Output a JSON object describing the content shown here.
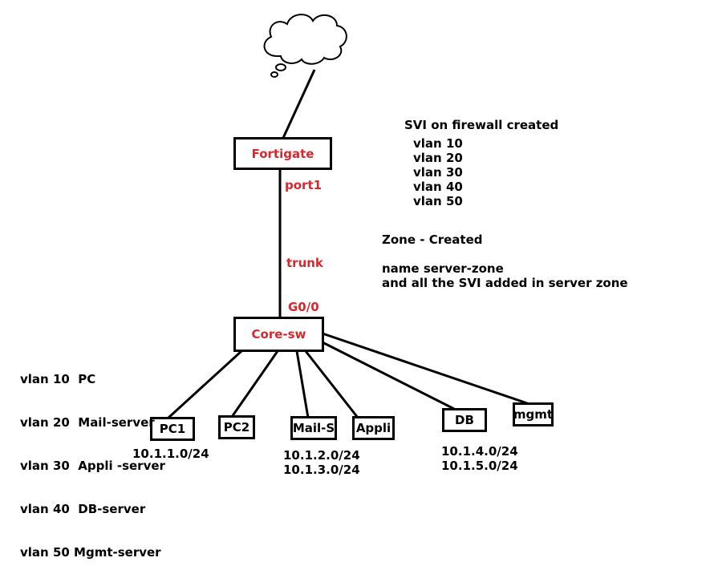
{
  "nodes": {
    "fortigate": "Fortigate",
    "core_sw": "Core-sw",
    "pc1": "PC1",
    "pc2": "PC2",
    "mail_s": "Mail-S",
    "appli": "Appli",
    "db": "DB",
    "mgmt": "mgmt"
  },
  "links": {
    "port1": "port1",
    "trunk": "trunk",
    "g0_0": "G0/0"
  },
  "svi": {
    "title": "SVI on firewall created",
    "vlans": [
      "vlan 10",
      "vlan 20",
      "vlan 30",
      "vlan 40",
      "vlan 50"
    ]
  },
  "zone": {
    "title": "Zone - Created",
    "line1": "name server-zone",
    "line2": "and all the SVI added in server zone"
  },
  "vlan_map": [
    "vlan 10  PC",
    "vlan 20  Mail-server",
    "vlan 30  Appli -server",
    "vlan 40  DB-server",
    "vlan 50 Mgmt-server"
  ],
  "subnets": {
    "pc1": "10.1.1.0/24",
    "mail_appli": [
      "10.1.2.0/24",
      "10.1.3.0/24"
    ],
    "db_mgmt": [
      "10.1.4.0/24",
      "10.1.5.0/24"
    ]
  },
  "colors": {
    "accent": "#d8282f",
    "line": "#000000"
  }
}
